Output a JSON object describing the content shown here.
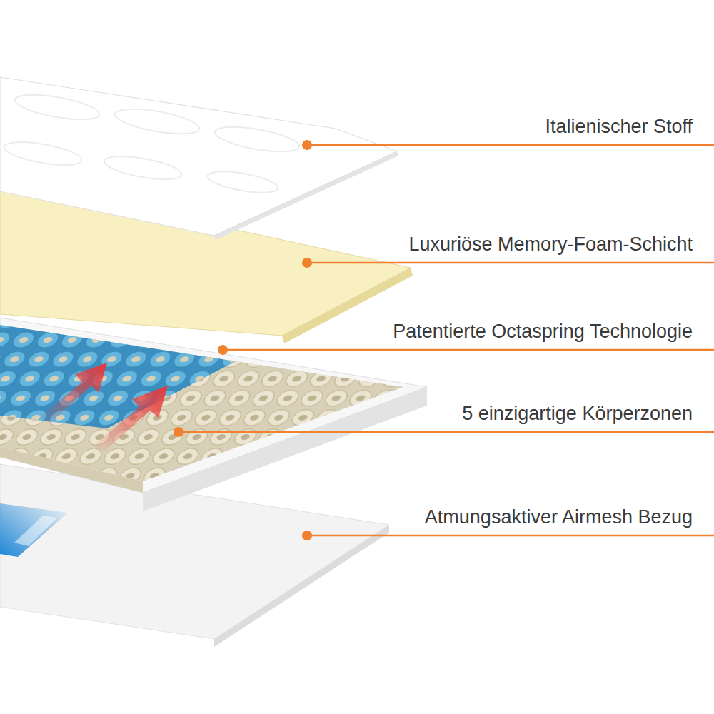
{
  "diagram": {
    "labels": [
      "Italienischer Stoff",
      "Luxuriöse Memory-Foam-Schicht",
      "Patentierte Octaspring Technologie",
      "5 einzigartige Körperzonen",
      "Atmungsaktiver Airmesh Bezug"
    ]
  }
}
